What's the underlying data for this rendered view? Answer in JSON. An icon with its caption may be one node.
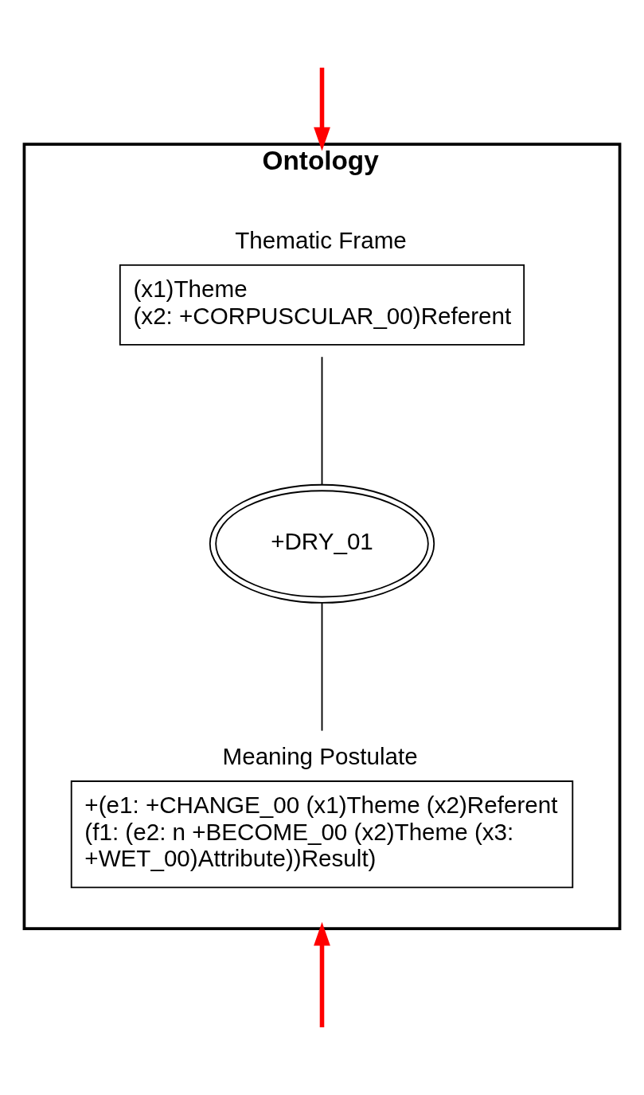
{
  "diagram": {
    "nodes": [
      {
        "text": [
          "Ontology"
        ]
      },
      {
        "text": [
          "Thematic Frame",
          "(x1)Theme",
          "(x2: +CORPUSCULAR_00)Referent"
        ],
        "in": 0
      },
      {
        "text": [
          "+DRY_01"
        ],
        "in": 0
      },
      {
        "text": [
          "Meaning Postulate",
          "+(e1: +CHANGE_00 (x1)Theme (x2)Referent (f1: (e2: n +BECOME_00 (x2)Theme (x3: +WET_00)Attribute))Result)"
        ],
        "in": 0
      }
    ],
    "edges": [
      {
        "from": 1,
        "to": 2,
        "arrow": "none"
      },
      {
        "from": 2,
        "to": 3,
        "arrow": "none"
      },
      {
        "from": null,
        "to": 0,
        "arrow": "to",
        "style": "thick",
        "color": "#ff0000"
      },
      {
        "from": null,
        "to": 0,
        "arrow": "to",
        "style": "thick",
        "color": "#ff0000"
      }
    ]
  }
}
